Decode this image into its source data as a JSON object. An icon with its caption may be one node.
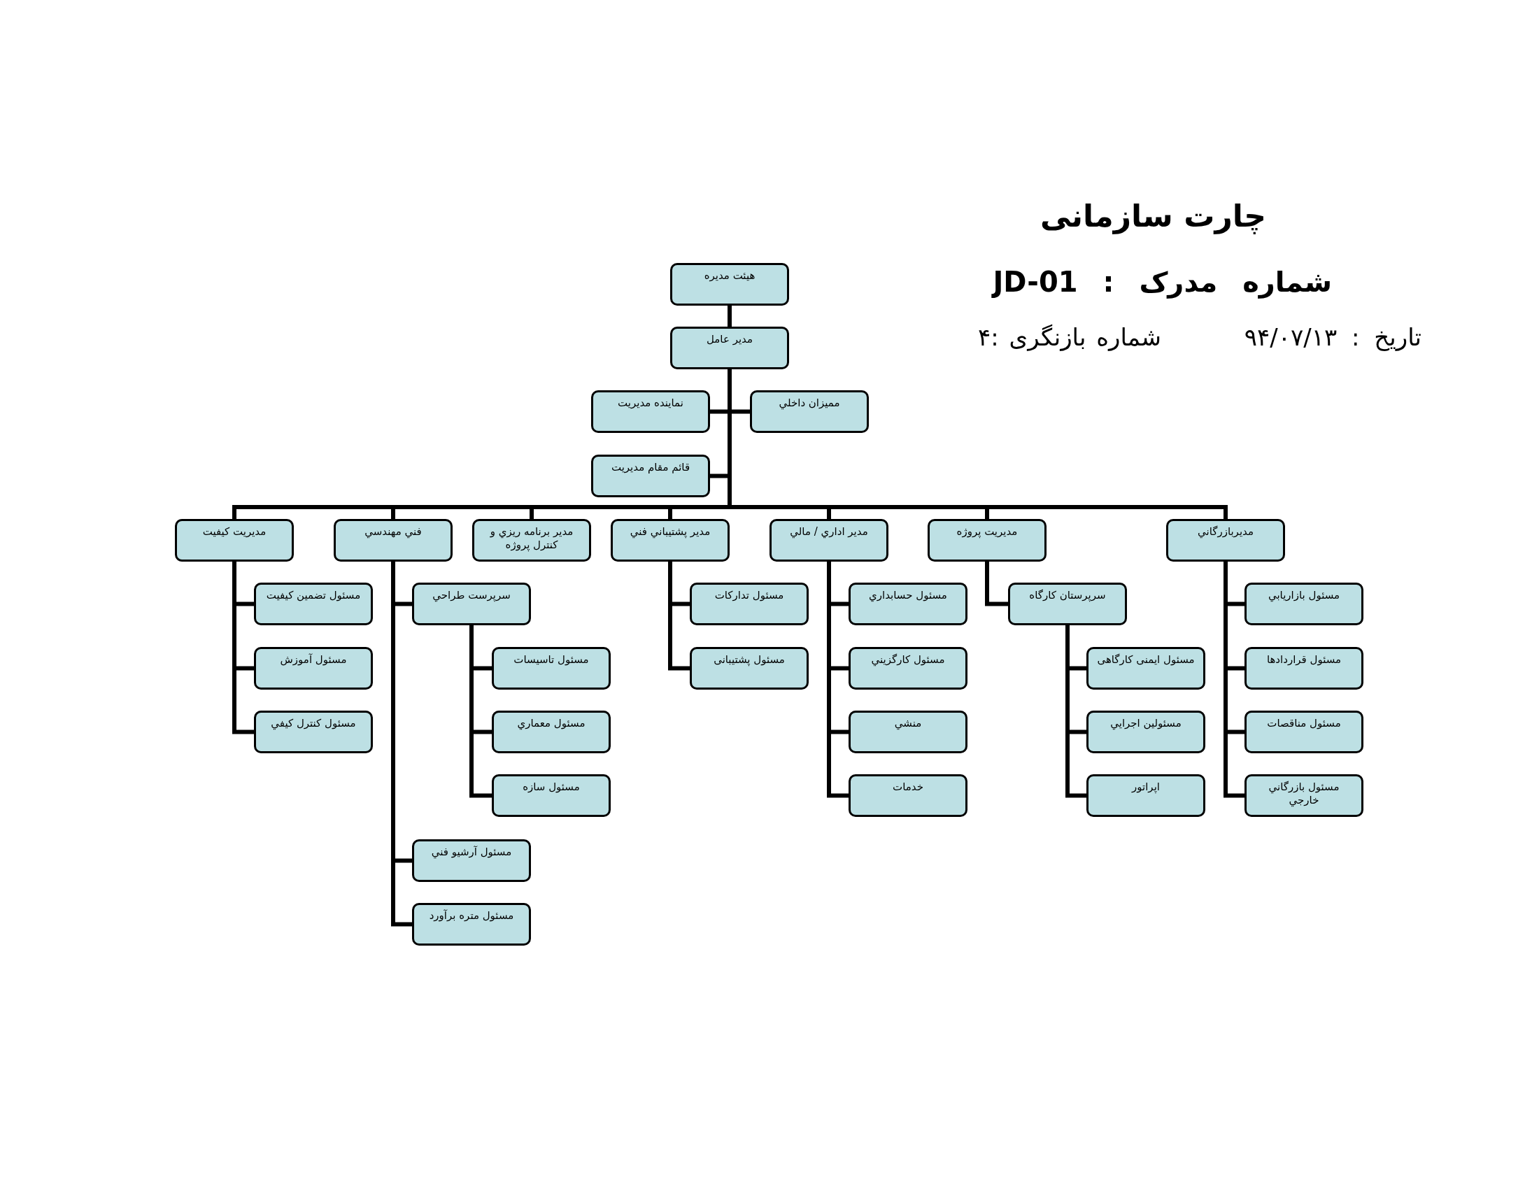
{
  "diagram": {
    "title": "چارت سازمانی",
    "nodes": [
      {
        "text": [
          "هيئت مديره"
        ]
      },
      {
        "text": [
          "مدير عامل"
        ]
      },
      {
        "text": [
          "مميزان داخلي"
        ]
      },
      {
        "text": [
          "نماينده مديريت"
        ]
      },
      {
        "text": [
          "قائم مقام مديريت"
        ]
      },
      {
        "text": [
          "مديربازرگاني"
        ]
      },
      {
        "text": [
          "مديريت پروژه"
        ]
      },
      {
        "text": [
          "مدير اداري / مالي"
        ]
      },
      {
        "text": [
          "مدير پشتيباني فني"
        ]
      },
      {
        "text": [
          "مدير برنامه ريزي و کنترل پروژه"
        ]
      },
      {
        "text": [
          "فني مهندسي"
        ]
      },
      {
        "text": [
          "مديريت کيفيت"
        ]
      },
      {
        "text": [
          "مسئول بازاريابي"
        ]
      },
      {
        "text": [
          "مسئول قراردادها"
        ]
      },
      {
        "text": [
          "مسئول مناقصات"
        ]
      },
      {
        "text": [
          "مسئول بازرگاني خارجي"
        ]
      },
      {
        "text": [
          "سرپرستان کارگاه"
        ]
      },
      {
        "text": [
          "مسئول ايمنی کارگاهی"
        ]
      },
      {
        "text": [
          "مسئولين اجرايي"
        ]
      },
      {
        "text": [
          "اپراتور"
        ]
      },
      {
        "text": [
          "مسئول حسابداري"
        ]
      },
      {
        "text": [
          "مسئول کارگزيني"
        ]
      },
      {
        "text": [
          "منشي"
        ]
      },
      {
        "text": [
          "خدمات"
        ]
      },
      {
        "text": [
          "مسئول تدارکات"
        ]
      },
      {
        "text": [
          "مسئول پشتيبانی"
        ]
      },
      {
        "text": [
          "سرپرست طراحي"
        ]
      },
      {
        "text": [
          "مسئول تاسيسات"
        ]
      },
      {
        "text": [
          "مسئول معماري"
        ]
      },
      {
        "text": [
          "مسئول سازه"
        ]
      },
      {
        "text": [
          "مسئول آرشيو فني"
        ]
      },
      {
        "text": [
          "مسئول متره برآورد"
        ]
      },
      {
        "text": [
          "مسئول تضمين کيفيت"
        ]
      },
      {
        "text": [
          "مسئول آموزش"
        ]
      },
      {
        "text": [
          "مسئول کنترل کيفي"
        ]
      }
    ],
    "edges": [
      {
        "from": 0,
        "to": 1,
        "arrow": "none"
      },
      {
        "from": 1,
        "to": 2,
        "arrow": "none"
      },
      {
        "from": 1,
        "to": 3,
        "arrow": "none"
      },
      {
        "from": 1,
        "to": 4,
        "arrow": "none"
      },
      {
        "from": 1,
        "to": 5,
        "arrow": "none"
      },
      {
        "from": 1,
        "to": 6,
        "arrow": "none"
      },
      {
        "from": 1,
        "to": 7,
        "arrow": "none"
      },
      {
        "from": 1,
        "to": 8,
        "arrow": "none"
      },
      {
        "from": 1,
        "to": 9,
        "arrow": "none"
      },
      {
        "from": 1,
        "to": 10,
        "arrow": "none"
      },
      {
        "from": 1,
        "to": 11,
        "arrow": "none"
      },
      {
        "from": 5,
        "to": 12,
        "arrow": "none"
      },
      {
        "from": 5,
        "to": 13,
        "arrow": "none"
      },
      {
        "from": 5,
        "to": 14,
        "arrow": "none"
      },
      {
        "from": 5,
        "to": 15,
        "arrow": "none"
      },
      {
        "from": 6,
        "to": 16,
        "arrow": "none"
      },
      {
        "from": 16,
        "to": 17,
        "arrow": "none"
      },
      {
        "from": 16,
        "to": 18,
        "arrow": "none"
      },
      {
        "from": 16,
        "to": 19,
        "arrow": "none"
      },
      {
        "from": 7,
        "to": 20,
        "arrow": "none"
      },
      {
        "from": 7,
        "to": 21,
        "arrow": "none"
      },
      {
        "from": 7,
        "to": 22,
        "arrow": "none"
      },
      {
        "from": 7,
        "to": 23,
        "arrow": "none"
      },
      {
        "from": 8,
        "to": 24,
        "arrow": "none"
      },
      {
        "from": 8,
        "to": 25,
        "arrow": "none"
      },
      {
        "from": 10,
        "to": 26,
        "arrow": "none"
      },
      {
        "from": 26,
        "to": 27,
        "arrow": "none"
      },
      {
        "from": 26,
        "to": 28,
        "arrow": "none"
      },
      {
        "from": 26,
        "to": 29,
        "arrow": "none"
      },
      {
        "from": 10,
        "to": 30,
        "arrow": "none"
      },
      {
        "from": 10,
        "to": 31,
        "arrow": "none"
      },
      {
        "from": 11,
        "to": 32,
        "arrow": "none"
      },
      {
        "from": 11,
        "to": 33,
        "arrow": "none"
      },
      {
        "from": 11,
        "to": 34,
        "arrow": "none"
      }
    ],
    "labels": [
      "شماره مدرک : JD-01",
      "تاریخ : ۹۴/۰۷/۱۳",
      "شماره بازنگری :۴"
    ]
  }
}
